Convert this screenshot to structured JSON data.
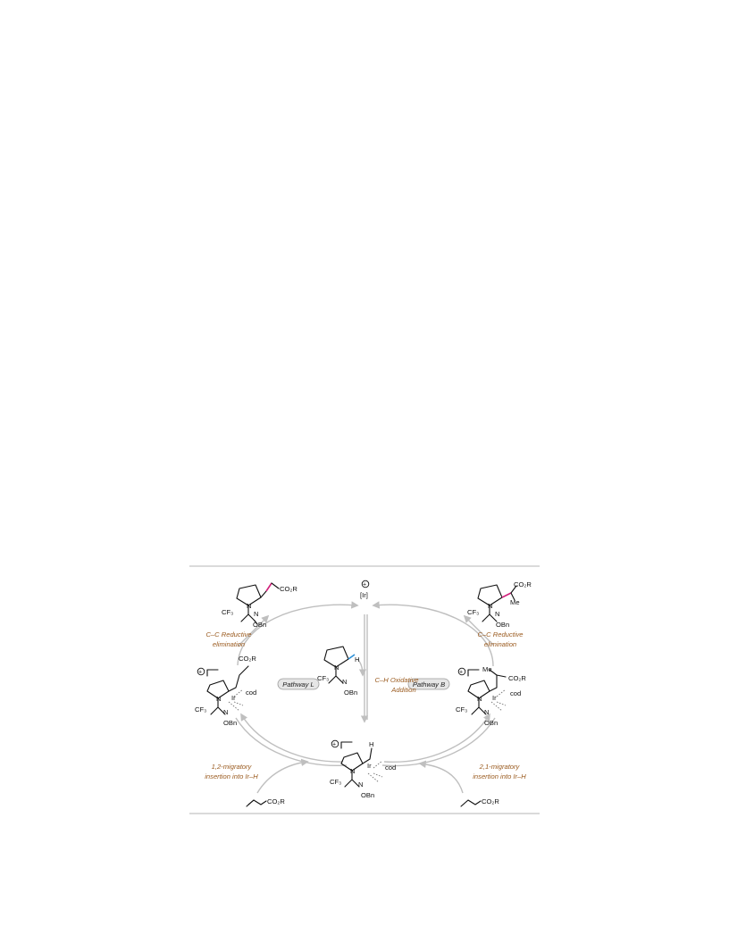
{
  "labels": {
    "co2r": "CO₂R",
    "cf3": "CF₃",
    "n": "N",
    "obn": "OBn",
    "ir": "Ir",
    "ir_bracket": "[Ir]",
    "h": "H",
    "cod": "cod",
    "me": "Me",
    "plus": "+"
  },
  "steps": {
    "left_top": [
      "C–C Reductive",
      "elimination"
    ],
    "right_top": [
      "C–C Reductive",
      "elimination"
    ],
    "center": [
      "C–H Oxidative",
      "Addition"
    ],
    "left_bottom": [
      "1,2-migratory",
      "insertion into Ir–H"
    ],
    "right_bottom": [
      "2,1-migratory",
      "insertion into Ir–H"
    ]
  },
  "pathways": {
    "left": "Pathway L",
    "right": "Pathway B"
  },
  "colors": {
    "step_text": "#9a5a1e",
    "arrows": "#bfbfbf",
    "highlight_bond": "#d0207a",
    "ch_bond": "#2b8fd6"
  }
}
